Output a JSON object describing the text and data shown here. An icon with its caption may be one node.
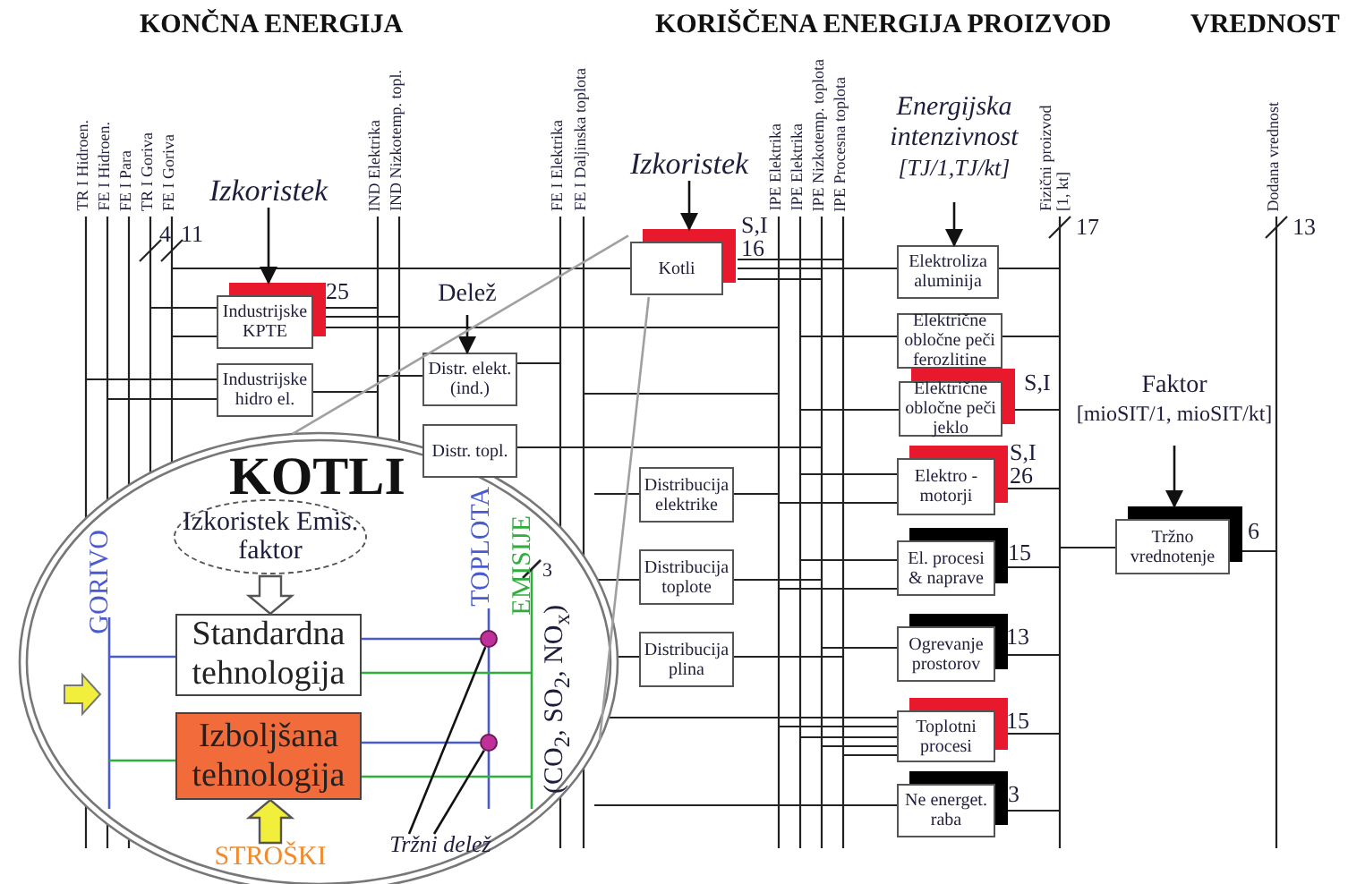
{
  "diagram": {
    "nodes": [
      {
        "text": [
          "Izkoristek"
        ]
      },
      {
        "text": [
          "Izkoristek"
        ]
      },
      {
        "text": [
          "Energijska intenzivnost",
          "[TJ/1,TJ/kt]"
        ]
      },
      {
        "text": [
          "Kotli"
        ],
        "beside": [
          "S,I",
          "16"
        ]
      },
      {
        "text": [
          "Elektroliza aluminija"
        ]
      },
      {
        "text": [
          "Delež"
        ]
      },
      {
        "text": [
          "Industrijske KPTE"
        ],
        "beside": [
          "25"
        ]
      },
      {
        "text": [
          "Električne obločne peči ferozlitine"
        ]
      },
      {
        "text": [
          "Industrijske hidro el."
        ]
      },
      {
        "text": [
          "Distr. elekt. (ind.)"
        ]
      },
      {
        "text": [
          "Faktor",
          "[mioSIT/1, mioSIT/kt]"
        ]
      },
      {
        "text": [
          "Električne obločne peči jeklo"
        ],
        "beside": [
          "S,I"
        ]
      },
      {
        "text": [
          "Distr. topl."
        ]
      },
      {
        "text": [
          "KOTLI"
        ]
      },
      {
        "text": [
          "Izkoristek Emis. faktor"
        ],
        "in": 13
      },
      {
        "text": [
          "Standardna tehnologija"
        ],
        "in": 13
      },
      {
        "text": [
          "Izboljšana tehnologija"
        ],
        "in": 13
      },
      {
        "text": [],
        "shape": "circle",
        "in": 13
      },
      {
        "text": [],
        "shape": "circle",
        "in": 13
      },
      {
        "text": [
          "Tržni delež"
        ],
        "in": 13
      },
      {
        "text": [
          "STROŠKI"
        ],
        "in": 13
      },
      {
        "text": [
          "Distribucija elektrike"
        ]
      },
      {
        "text": [
          "Elektro - motorji"
        ],
        "beside": [
          "S,I",
          "26"
        ]
      },
      {
        "text": [
          "Tržno vrednotenje"
        ],
        "beside": [
          "6"
        ]
      },
      {
        "text": [
          "Distribucija toplote"
        ]
      },
      {
        "text": [
          "El. procesi & naprave"
        ],
        "beside": [
          "15"
        ]
      },
      {
        "text": [
          "Distribucija plina"
        ]
      },
      {
        "text": [
          "Ogrevanje prostorov"
        ],
        "beside": [
          "13"
        ]
      },
      {
        "text": [
          "Toplotni procesi"
        ],
        "beside": [
          "15"
        ]
      },
      {
        "text": [
          "Ne energet. raba"
        ],
        "beside": [
          "3"
        ]
      }
    ],
    "edges": [
      {
        "from": 0,
        "to": 6,
        "arrow": "to"
      },
      {
        "from": 1,
        "to": 3,
        "arrow": "to"
      },
      {
        "from": 2,
        "to": 4,
        "arrow": "to"
      },
      {
        "from": 5,
        "to": 9,
        "arrow": "to"
      },
      {
        "from": 10,
        "to": 23,
        "arrow": "to"
      },
      {
        "from": 14,
        "to": 15,
        "arrow": "to",
        "style": "thick"
      },
      {
        "from": 20,
        "to": 16,
        "arrow": "to",
        "style": "thick",
        "color": "#f2ee3c"
      },
      {
        "from": 19,
        "to": 17,
        "arrow": "none"
      },
      {
        "from": 19,
        "to": 18,
        "arrow": "none"
      },
      {
        "from": 3,
        "to": 13,
        "arrow": "none",
        "color": "#a0a0a0"
      },
      {
        "from": 3,
        "to": 13,
        "arrow": "none",
        "color": "#a0a0a0"
      }
    ],
    "labels": [
      "KONČNA ENERGIJA",
      "KORIŠČENA ENERGIJA PROIZVOD",
      "VREDNOST",
      "TR I Hidroen.",
      "FE I Hidroen.",
      "FE I Para",
      "TR I Goriva",
      "FE I Goriva",
      "IND Elektrika",
      "IND Nizkotemp. topl.",
      "FE I Elektrika",
      "FE I Daljinska toplota",
      "IPE Elektrika",
      "IPE Elektrika",
      "IPE Nizkotemp. toplota",
      "IPE Procesna toplota",
      "Fizični proizvod [1, kt]",
      "Dodana vrednost",
      "4",
      "11",
      "17",
      "13",
      "GORIVO",
      "TOPLOTA",
      "EMISIJE",
      "3",
      "(CO$_{2}$, SO$_{2}$, NO$_{x}$)"
    ]
  }
}
